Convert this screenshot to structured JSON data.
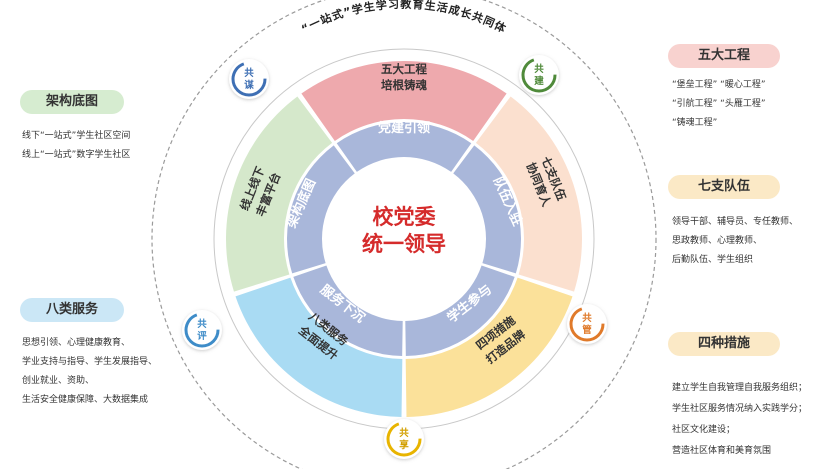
{
  "arc_title": "“一站式”学生学习教育生活成长共同体",
  "center": {
    "line1": "校党委",
    "line2": "统一领导"
  },
  "inner_ring": {
    "top": "党建引领",
    "right": "队伍入驻",
    "lower_right": "学生参与",
    "lower_left": "服务下沉",
    "left": "架构底图"
  },
  "outer_ring": {
    "top": [
      "五大工程",
      "培根铸魂"
    ],
    "right": [
      "七支队伍",
      "协同育人"
    ],
    "lower_right": [
      "四项措施",
      "打造品牌"
    ],
    "lower_left": [
      "八类服务",
      "全面提升"
    ],
    "left": [
      "线上线下",
      "丰富平台"
    ]
  },
  "badges": {
    "mou": "共谋",
    "jian": "共建",
    "guan": "共管",
    "xiang": "共享",
    "ping": "共评"
  },
  "panels": {
    "architecture": {
      "title": "架构底图",
      "lines": [
        "线下“一站式”学生社区空间",
        "线上“一站式”数字学生社区"
      ]
    },
    "services": {
      "title": "八类服务",
      "lines": [
        "思想引领、心理健康教育、",
        "学业支持与指导、学生发展指导、",
        "创业就业、资助、",
        "生活安全健康保障、大数据集成"
      ]
    },
    "projects": {
      "title": "五大工程",
      "lines": [
        "“堡垒工程” “暖心工程”",
        "“引航工程” “头雁工程”",
        "“铸魂工程”"
      ]
    },
    "teams": {
      "title": "七支队伍",
      "lines": [
        "领导干部、辅导员、专任教师、",
        "思政教师、心理教师、",
        "后勤队伍、学生组织"
      ]
    },
    "measures": {
      "title": "四种措施",
      "lines": [
        "建立学生自我管理自我服务组织；",
        "学生社区服务情况纳入实践学分；",
        "社区文化建设；",
        "营造社区体育和美育氛围"
      ]
    }
  },
  "colors": {
    "top_segment": "#eea9ad",
    "right_segment": "#fbe0cf",
    "lower_right_segment": "#fbe19a",
    "lower_left_segment": "#a9dbf3",
    "left_segment": "#d5e8cb",
    "inner_ring": "#a9b7da",
    "center_text": "#d52b2b",
    "green_pill": "#d6ecd0",
    "blue_pill": "#cbe7f6",
    "pink_pill": "#f8d2cf",
    "yellow_pill": "#fbe9c6"
  }
}
